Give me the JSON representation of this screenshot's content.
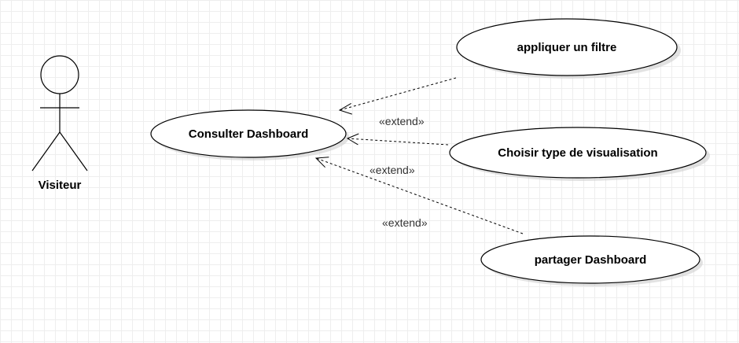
{
  "actor": {
    "name": "Visiteur"
  },
  "use_cases": {
    "main": "Consulter Dashboard",
    "filter": "appliquer un filtre",
    "visualization": "Choisir type de visualisation",
    "share": "partager Dashboard"
  },
  "relations": {
    "extend_1": "«extend»",
    "extend_2": "«extend»",
    "extend_3": "«extend»"
  }
}
